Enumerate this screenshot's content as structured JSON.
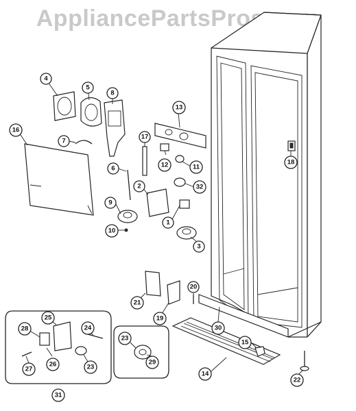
{
  "watermark": "AppliancePartsPros.com",
  "callouts": [
    {
      "id": "c1",
      "label": "1"
    },
    {
      "id": "c2",
      "label": "2"
    },
    {
      "id": "c3",
      "label": "3"
    },
    {
      "id": "c4",
      "label": "4"
    },
    {
      "id": "c5",
      "label": "5"
    },
    {
      "id": "c6",
      "label": "6"
    },
    {
      "id": "c7",
      "label": "7"
    },
    {
      "id": "c8",
      "label": "8"
    },
    {
      "id": "c9",
      "label": "9"
    },
    {
      "id": "c10",
      "label": "10"
    },
    {
      "id": "c11",
      "label": "11"
    },
    {
      "id": "c12",
      "label": "12"
    },
    {
      "id": "c13",
      "label": "13"
    },
    {
      "id": "c14",
      "label": "14"
    },
    {
      "id": "c15",
      "label": "15"
    },
    {
      "id": "c16",
      "label": "16"
    },
    {
      "id": "c17",
      "label": "17"
    },
    {
      "id": "c18",
      "label": "18"
    },
    {
      "id": "c19",
      "label": "19"
    },
    {
      "id": "c20",
      "label": "20"
    },
    {
      "id": "c21",
      "label": "21"
    },
    {
      "id": "c22",
      "label": "22"
    },
    {
      "id": "c23a",
      "label": "23"
    },
    {
      "id": "c23b",
      "label": "23"
    },
    {
      "id": "c24",
      "label": "24"
    },
    {
      "id": "c25",
      "label": "25"
    },
    {
      "id": "c26",
      "label": "26"
    },
    {
      "id": "c27",
      "label": "27"
    },
    {
      "id": "c28",
      "label": "28"
    },
    {
      "id": "c29",
      "label": "29"
    },
    {
      "id": "c30",
      "label": "30"
    },
    {
      "id": "c31",
      "label": "31"
    },
    {
      "id": "c32",
      "label": "32"
    }
  ]
}
